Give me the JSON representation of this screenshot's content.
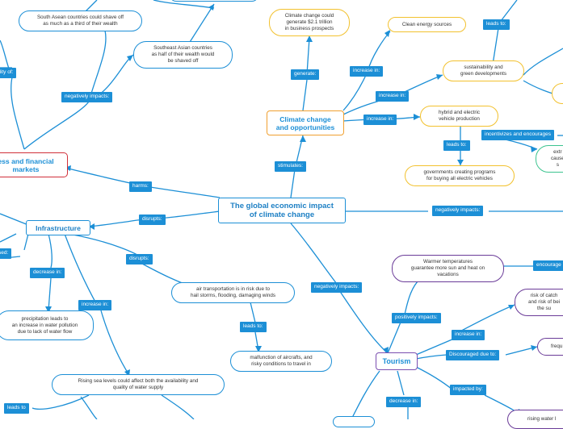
{
  "colors": {
    "connector": "#1c8fd6",
    "label_bg": "#1c8fd6",
    "yellow_border": "#f2c12e",
    "purple_border": "#6a3b98",
    "orange_border": "#f0a030",
    "red_border": "#d0303a",
    "green_border": "#3cc48f"
  },
  "nodes": {
    "main": "The global economic impact\nof climate change",
    "climate_opportunities": "Climate change\nand opportunities",
    "business_markets": "ess and financial\nmarkets",
    "infrastructure": "Infrastructure",
    "tourism": "Tourism",
    "south_asian": "South Asean countries could shave off\nas much as a third of their wealth",
    "southeast_asian": "Southeast Asian countries\nas half of their wealth would\nbe shaved off",
    "generate_trillion": "Climate change could\ngenerate $2.1 trillion\nin business prospects",
    "clean_energy": "Clean energy sources",
    "sustainability": "sustainability and\ngreen developments",
    "hybrid": "hybrid and electric\nvehicle production",
    "govt_programs": "governments creating programs\nfor buying all electric vehicles",
    "extreme_partial": "extr\ncause\ns",
    "precipitation": "precipitation leads to\nan increase in water pollution\ndue to lack of water flow",
    "air_transport": "air transportation is in risk due to\nhail storms, flooding, damaging winds",
    "malfunction": "malfunction of aircrafts, and\nrisky conditions to travel in",
    "sea_levels": "Rising sea levels could affect both the availability and\nquality of water supply",
    "warmer": "Warmer temperatures\nguarantee more sun and heat on\nvacations",
    "risk_partial": "risk of catch\nand risk of bei\nthe su",
    "freq_partial": "frequ",
    "rising_partial": "rising water l"
  },
  "labels": {
    "lbl_ability": "ility of:",
    "lbl_neg_impacts_top": "negatively impacts:",
    "lbl_harms": "harms:",
    "lbl_disrupts_main": "disrupts:",
    "lbl_stimulates": "stimulates:",
    "lbl_generate": "generate:",
    "lbl_inc1": "increase in:",
    "lbl_inc2": "increase in:",
    "lbl_inc3": "increase in:",
    "lbl_leads_top": "leads to:",
    "lbl_incentivizes": "incentivizes and encourages",
    "lbl_leads_hybrid": "leads to:",
    "lbl_neg_impacts_right": "negatively impacts:",
    "lbl_used": "sed:",
    "lbl_decrease_infra": "decrease in:",
    "lbl_disrupts_infra": "disrupts:",
    "lbl_increase_infra": "increase in:",
    "lbl_leads_air": "leads to:",
    "lbl_leads_bottom": "leads to",
    "lbl_neg_impacts_mid": "negatively impacts:",
    "lbl_pos_impacts": "positively impacts:",
    "lbl_encourage": "encourage",
    "lbl_increase_tour": "increase in:",
    "lbl_discouraged": "Discouraged due to:",
    "lbl_impacted": "impacted by:",
    "lbl_decrease_tour": "decrease in:"
  }
}
